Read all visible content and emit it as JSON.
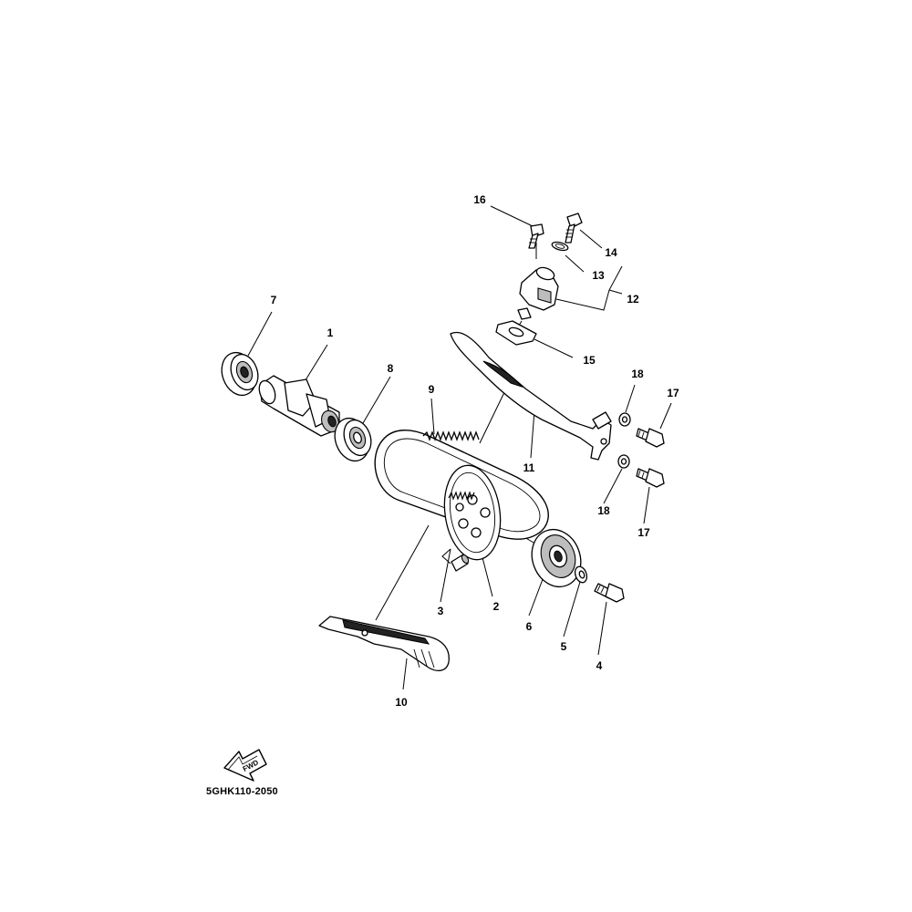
{
  "diagram": {
    "callouts": [
      "1",
      "2",
      "3",
      "4",
      "5",
      "6",
      "7",
      "8",
      "9",
      "10",
      "11",
      "12",
      "13",
      "14",
      "15",
      "16",
      "17",
      "18"
    ],
    "callout_17_second": "17",
    "callout_18_second": "18",
    "direction_tag": "FWD",
    "drawing_code": "5GHK110-2050"
  }
}
